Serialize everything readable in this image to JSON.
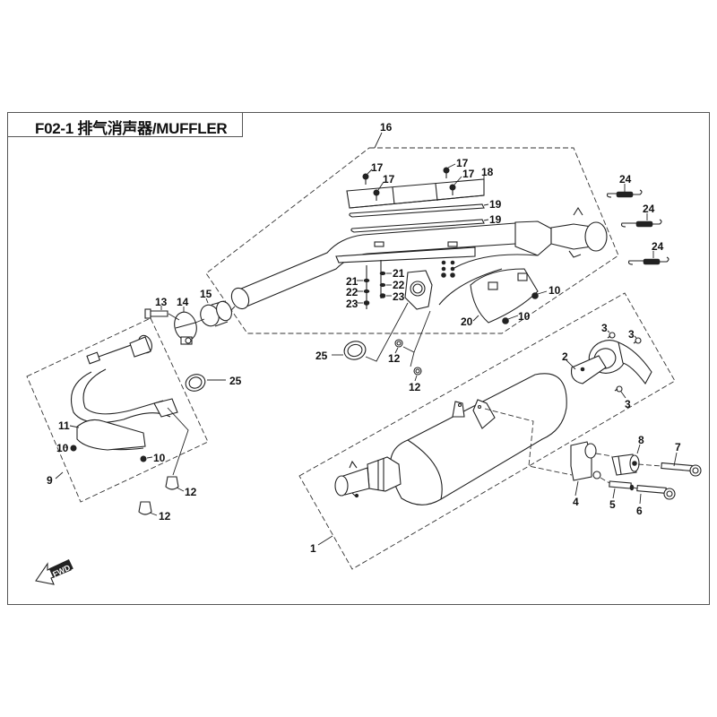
{
  "title": {
    "code": "F02-1",
    "name_zh": "排气消声器",
    "name_en": "MUFFLER",
    "full": "F02-1 排气消声器/MUFFLER"
  },
  "direction_indicator": {
    "label": "FWD",
    "icon": "forward-arrow-icon"
  },
  "callouts": {
    "c1": "1",
    "c2": "2",
    "c3a": "3",
    "c3b": "3",
    "c3c": "3",
    "c4": "4",
    "c5": "5",
    "c6": "6",
    "c7": "7",
    "c8": "8",
    "c9": "9",
    "c10a": "10",
    "c10b": "10",
    "c10c": "10",
    "c10d": "10",
    "c11": "11",
    "c12a": "12",
    "c12b": "12",
    "c12c": "12",
    "c12d": "12",
    "c13": "13",
    "c14": "14",
    "c15": "15",
    "c16": "16",
    "c17a": "17",
    "c17b": "17",
    "c17c": "17",
    "c17d": "17",
    "c18": "18",
    "c19a": "19",
    "c19b": "19",
    "c20": "20",
    "c21a": "21",
    "c21b": "21",
    "c22a": "22",
    "c22b": "22",
    "c23a": "23",
    "c23b": "23",
    "c24a": "24",
    "c24b": "24",
    "c24c": "24",
    "c25a": "25",
    "c25b": "25"
  },
  "colors": {
    "line": "#222222",
    "frame": "#555555",
    "background": "#ffffff"
  }
}
